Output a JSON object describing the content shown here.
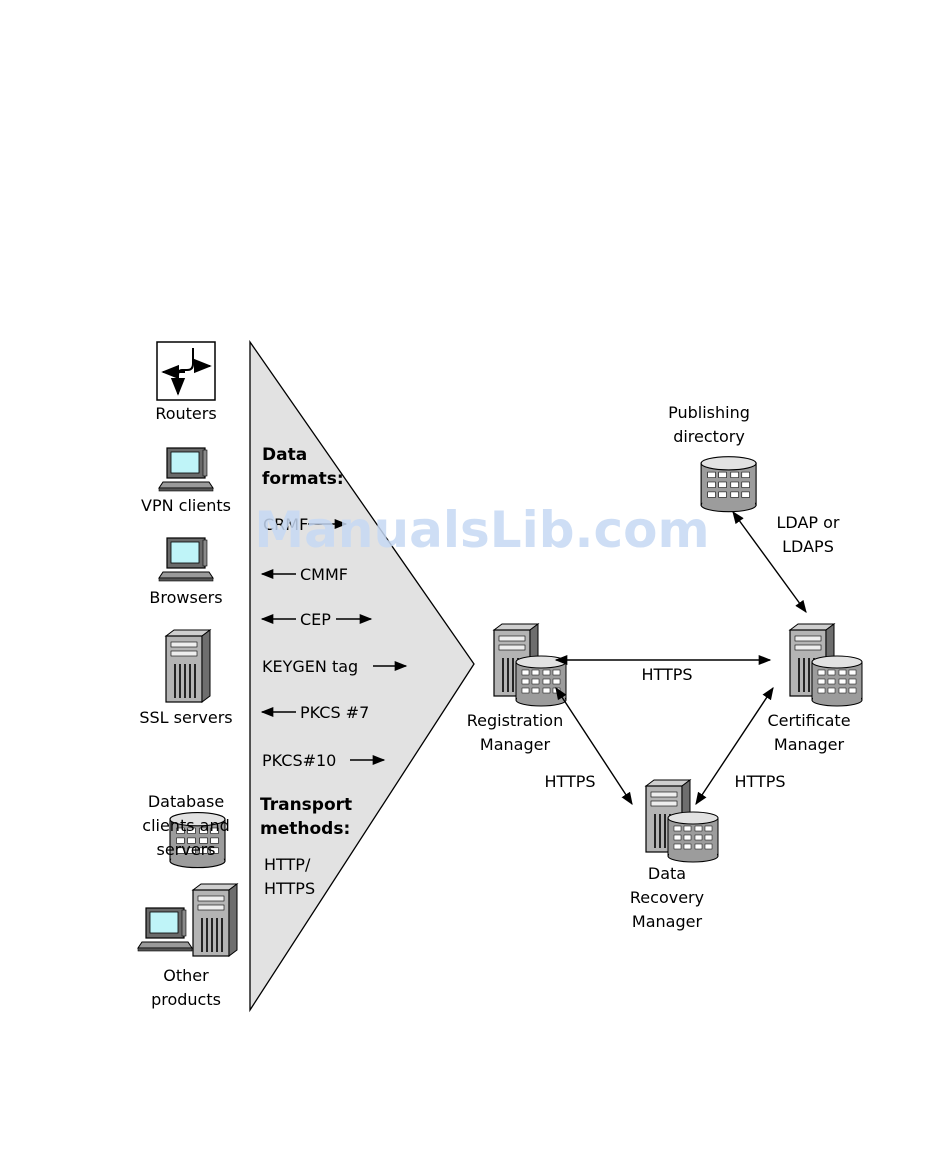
{
  "clients": [
    {
      "id": "routers",
      "label": [
        "Routers"
      ],
      "icon": "router-icon"
    },
    {
      "id": "vpn",
      "label": [
        "VPN clients"
      ],
      "icon": "monitor-icon"
    },
    {
      "id": "browsers",
      "label": [
        "Browsers"
      ],
      "icon": "monitor-icon"
    },
    {
      "id": "ssl",
      "label": [
        "SSL servers"
      ],
      "icon": "server-tower-icon"
    },
    {
      "id": "database",
      "label": [
        "Database",
        "clients and",
        "servers"
      ],
      "icon": "database-icon"
    },
    {
      "id": "other",
      "label": [
        "Other",
        "products"
      ],
      "icon": "monitor-and-server-icon"
    }
  ],
  "formats": {
    "heading": [
      "Data",
      "formats:"
    ],
    "items": [
      {
        "id": "crmf",
        "label": "CRMF",
        "arrow": "right"
      },
      {
        "id": "cmmf",
        "label": "CMMF",
        "arrow": "left"
      },
      {
        "id": "cep",
        "label": "CEP",
        "arrow": "both"
      },
      {
        "id": "keygen",
        "label": "KEYGEN tag",
        "arrow": "right"
      },
      {
        "id": "pkcs7",
        "label": "PKCS #7",
        "arrow": "left"
      },
      {
        "id": "pkcs10",
        "label": "PKCS#10",
        "arrow": "right"
      }
    ]
  },
  "transport": {
    "heading": [
      "Transport",
      "methods:"
    ],
    "values": [
      "HTTP/",
      "HTTPS"
    ]
  },
  "nodes": {
    "publishing": {
      "label": [
        "Publishing",
        "directory"
      ],
      "icon": "database-icon"
    },
    "registration": {
      "label": [
        "Registration",
        "Manager"
      ],
      "icon": "server-with-disks-icon"
    },
    "certificate": {
      "label": [
        "Certificate",
        "Manager"
      ],
      "icon": "server-with-disks-icon"
    },
    "recovery": {
      "label": [
        "Data",
        "Recovery",
        "Manager"
      ],
      "icon": "server-with-disks-icon"
    }
  },
  "connections": {
    "ldap": [
      "LDAP or",
      "LDAPS"
    ],
    "rm_cm": "HTTPS",
    "rm_drm": "HTTPS",
    "cm_drm": "HTTPS"
  },
  "watermark": "ManualsLib.com"
}
